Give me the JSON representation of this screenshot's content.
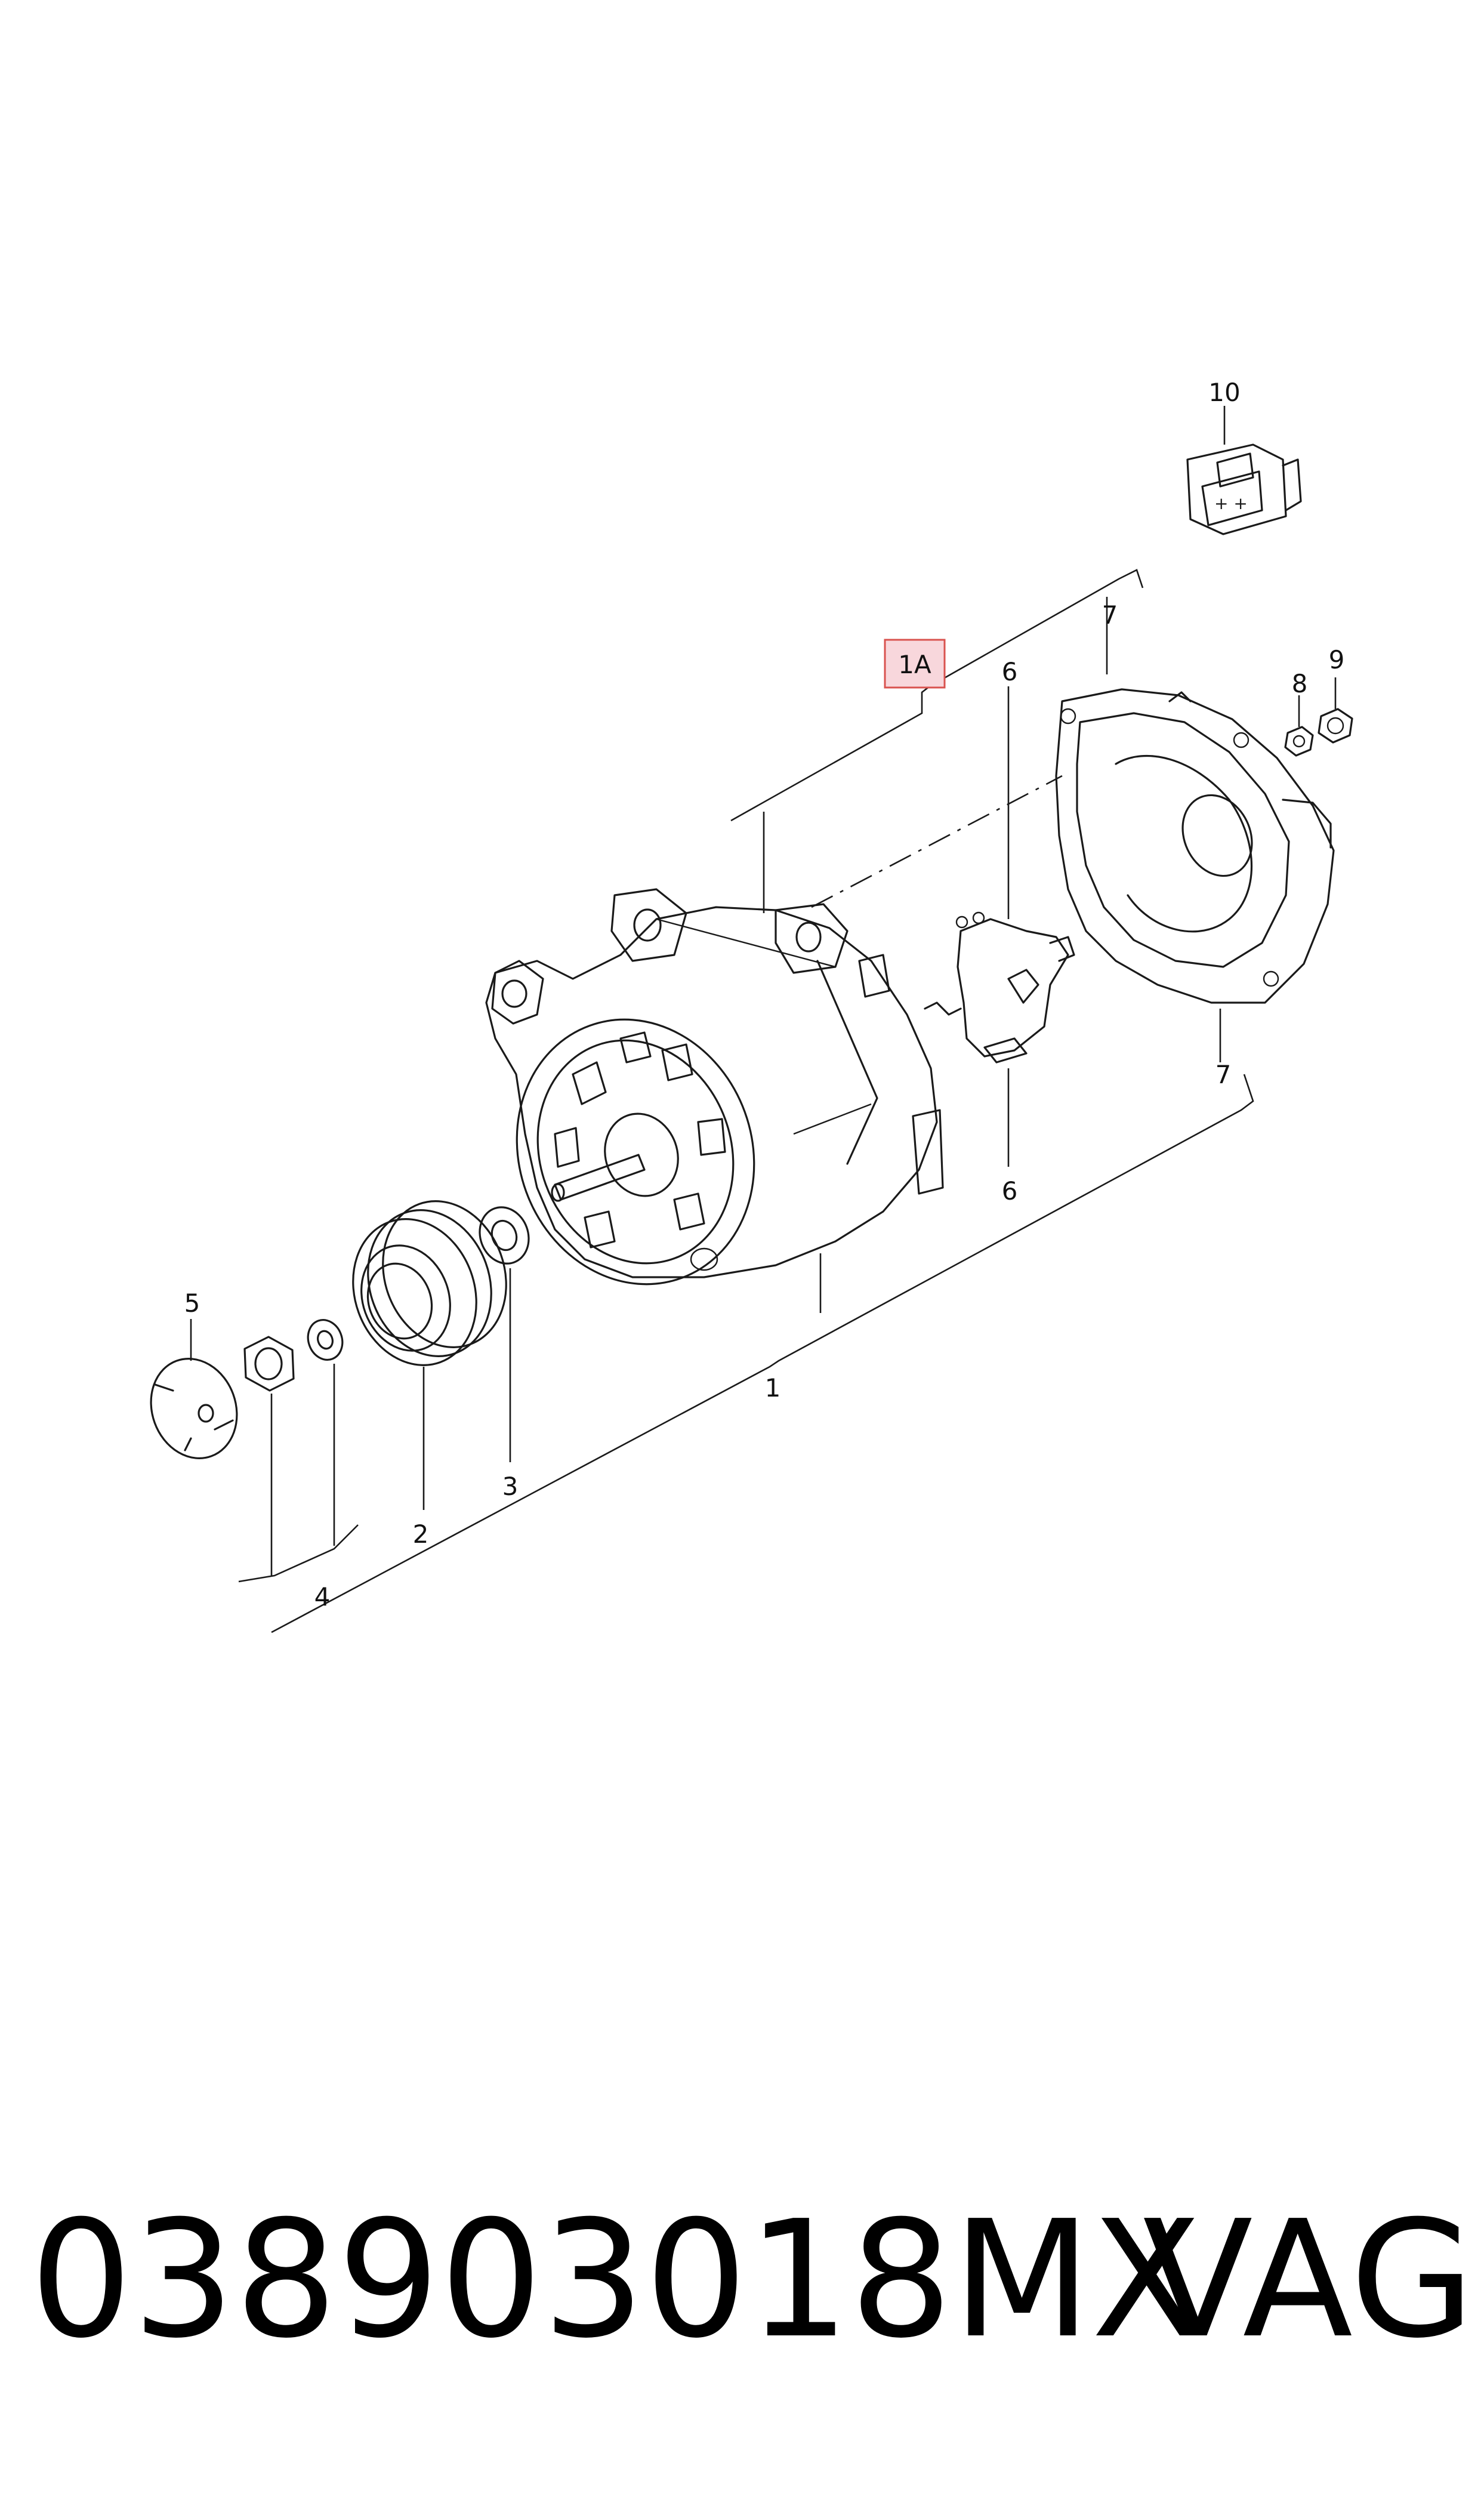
{
  "callouts": {
    "c1": "1",
    "c1a": "1A",
    "c2": "2",
    "c3": "3",
    "c4": "4",
    "c5": "5",
    "c6_top": "6",
    "c6_bottom": "6",
    "c7_top": "7",
    "c7_bottom": "7",
    "c8": "8",
    "c9": "9",
    "c10": "10"
  },
  "footer": {
    "part_number": "038903018MX",
    "brand": "VAG"
  },
  "colors": {
    "line": "#1a1a1a",
    "highlight_fill": "#f8d7dc",
    "highlight_border": "#d9534f"
  }
}
